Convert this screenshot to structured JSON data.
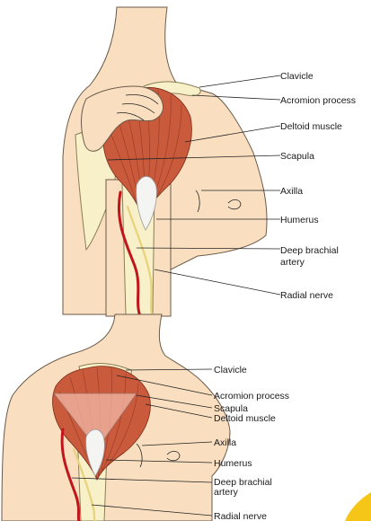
{
  "top_figure": {
    "labels": {
      "clavicle": "Clavicle",
      "acromion": "Acromion process",
      "deltoid": "Deltoid muscle",
      "scapula": "Scapula",
      "axilla": "Axilla",
      "humerus": "Humerus",
      "artery_line1": "Deep brachial",
      "artery_line2": "artery",
      "radial_nerve": "Radial nerve"
    }
  },
  "bottom_figure": {
    "labels": {
      "clavicle": "Clavicle",
      "acromion": "Acromion process",
      "scapula": "Scapula",
      "deltoid": "Deltoid muscle",
      "axilla": "Axilla",
      "humerus": "Humerus",
      "artery_line1": "Deep brachial",
      "artery_line2": "artery",
      "radial_nerve": "Radial nerve"
    }
  },
  "colors": {
    "skin": "#f9dfc0",
    "muscle": "#c95a3c",
    "artery": "#c0161b",
    "nerve": "#e8d27a",
    "bone": "#f7f0c8",
    "corner_accent": "#f5c518"
  }
}
